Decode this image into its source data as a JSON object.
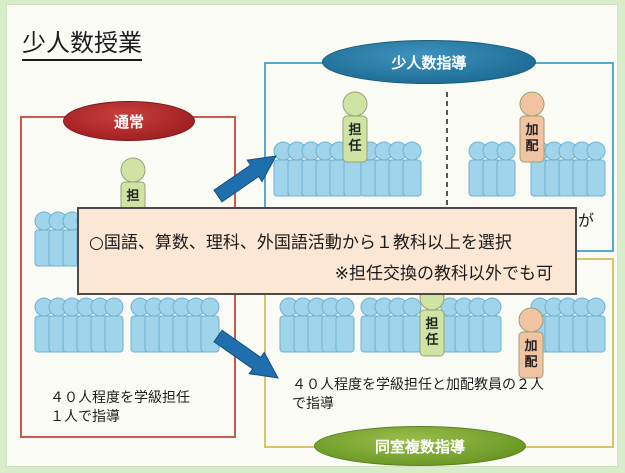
{
  "title": "少人数授業",
  "normal": {
    "label": "通常",
    "teacher_tag": "担",
    "caption": "４０人程度を学級担任\n１人で指導"
  },
  "small_group": {
    "label": "少人数指導",
    "homeroom_tag": "担\n任",
    "extra_tag": "加\n配"
  },
  "same_room": {
    "label": "同室複数指導",
    "homeroom_tag": "担\n任",
    "extra_tag": "加\n配",
    "caption": "４０人程度を学級担任と加配教員の２人\nで指導"
  },
  "hidden_fragment": "が",
  "callout": {
    "line1": "○国語、算数、理科、外国語活動から１教科以上を選択",
    "line2": "※担任交換の教科以外でも可"
  },
  "colors": {
    "background": "#d7ecc8",
    "slide": "#fbfbf6",
    "normal_red": "#a11f22",
    "small_blue": "#1f6f98",
    "same_green": "#6d9a26",
    "student_blue": "#9fd4ea",
    "homeroom_teacher": "#cfe3a3",
    "extra_teacher": "#f2c3a0",
    "arrow": "#1f6fae",
    "callout_fill": "#fbe7d3"
  },
  "icons": [
    "student-figure",
    "homeroom-teacher-figure",
    "extra-teacher-figure",
    "right-arrow"
  ]
}
